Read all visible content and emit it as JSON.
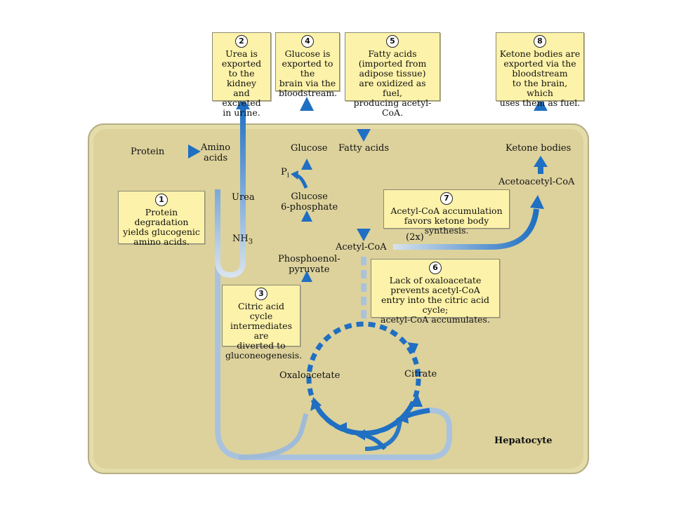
{
  "colors": {
    "arrow": "#1f6fc2",
    "arrow_light": "#d7e3ee",
    "cell": "#ddd29c",
    "callout": "#fdf2a9"
  },
  "steps": [
    {
      "id": "step-2",
      "num": "2",
      "text": "Urea is\nexported\nto the kidney\nand excreted\nin urine."
    },
    {
      "id": "step-4",
      "num": "4",
      "text": "Glucose is\nexported to the\nbrain via the\nbloodstream."
    },
    {
      "id": "step-5",
      "num": "5",
      "text": "Fatty acids\n(imported from\nadipose tissue)\nare oxidized as fuel,\nproducing acetyl-CoA."
    },
    {
      "id": "step-8",
      "num": "8",
      "text": "Ketone bodies are\nexported via the\nbloodstream\nto the brain, which\nuses them as fuel."
    },
    {
      "id": "step-1",
      "num": "1",
      "text": "Protein degradation\nyields glucogenic\namino acids."
    },
    {
      "id": "step-7",
      "num": "7",
      "text": "Acetyl-CoA accumulation\nfavors ketone body synthesis."
    },
    {
      "id": "step-6",
      "num": "6",
      "text": "Lack of oxaloacetate\nprevents acetyl-CoA\nentry into the citric acid cycle;\nacetyl-CoA accumulates."
    },
    {
      "id": "step-3",
      "num": "3",
      "text": "Citric acid cycle\nintermediates are\ndiverted to\ngluconeogenesis."
    }
  ],
  "labels": {
    "protein": "Protein",
    "amino_acids": "Amino\nacids",
    "urea": "Urea",
    "nh3": "NH",
    "nh3_sub": "3",
    "glucose": "Glucose",
    "pi": "P",
    "pi_sub": "i",
    "glucose_6p": "Glucose\n6-phosphate",
    "pep": "Phosphoenol-\npyruvate",
    "fatty_acids": "Fatty acids",
    "acetyl_coa": "Acetyl-CoA",
    "two_x": "(2x)",
    "acetoacetyl_coa": "Acetoacetyl-CoA",
    "ketone_bodies": "Ketone bodies",
    "oxaloacetate": "Oxaloacetate",
    "citrate": "Citrate",
    "hepatocyte": "Hepatocyte"
  }
}
